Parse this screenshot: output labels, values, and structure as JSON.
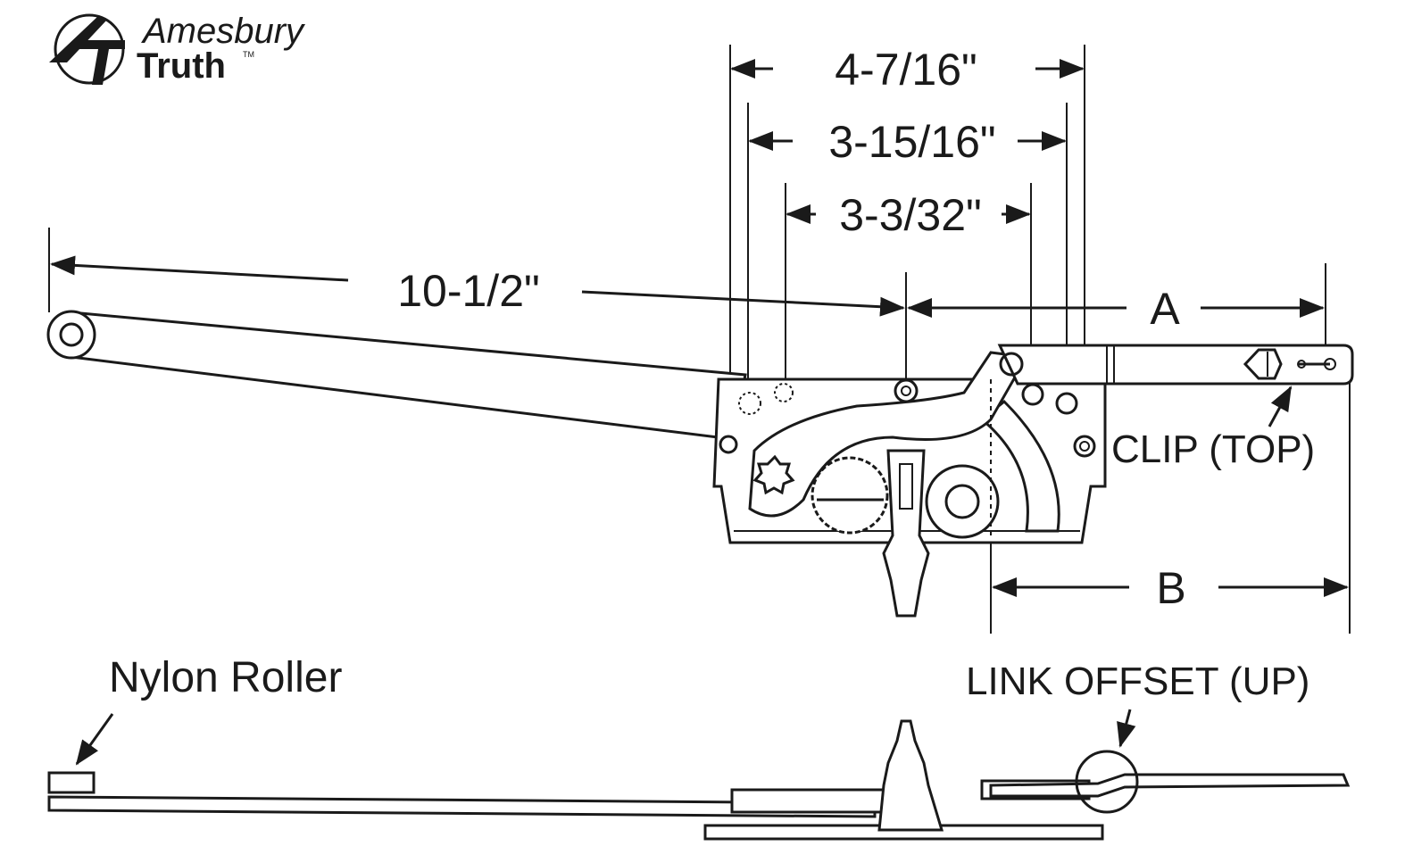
{
  "logo": {
    "line1": "Amesbury",
    "line2": "Truth",
    "tm": "TM"
  },
  "dimensions": {
    "overall_arm": "10-1/2\"",
    "width_outer": "4-7/16\"",
    "width_middle": "3-15/16\"",
    "width_inner": "3-3/32\"",
    "a": "A",
    "b": "B"
  },
  "labels": {
    "clip": "CLIP (TOP)",
    "nylon_roller": "Nylon Roller",
    "link_offset": "LINK OFFSET (UP)"
  },
  "colors": {
    "ink": "#1a1a1a",
    "background": "#ffffff"
  }
}
